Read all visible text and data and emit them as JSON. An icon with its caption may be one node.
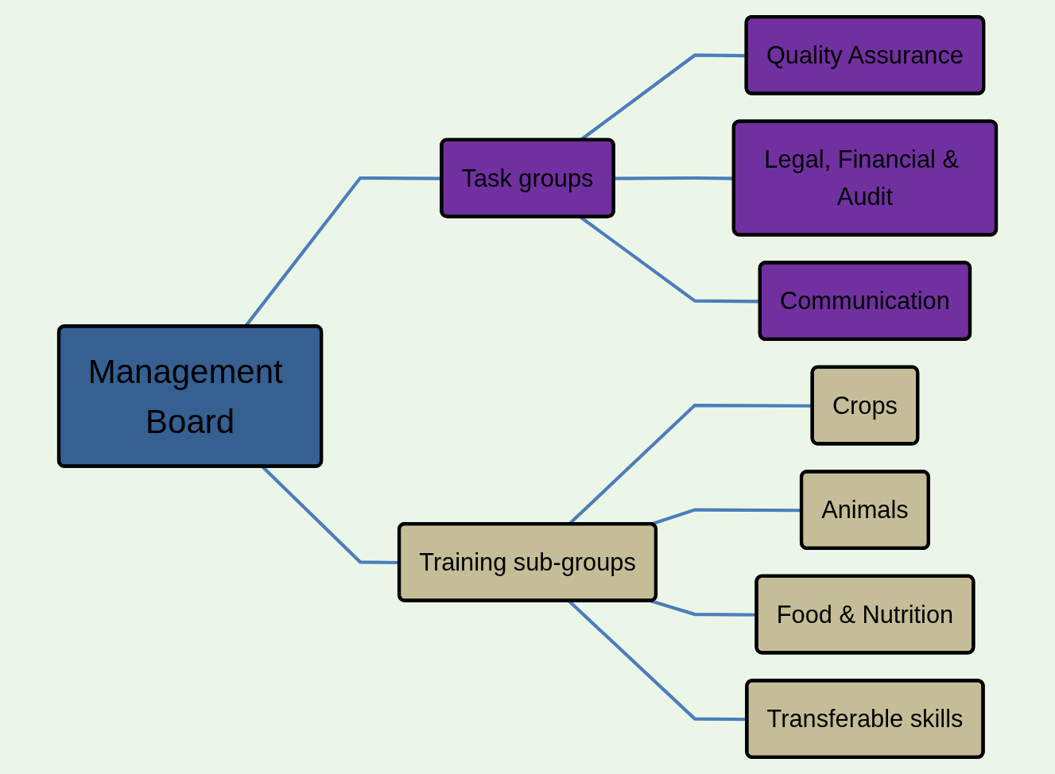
{
  "diagram": {
    "nodes": [
      {
        "text": [
          "Management Board"
        ]
      },
      {
        "text": [
          "Task groups"
        ]
      },
      {
        "text": [
          "Quality Assurance"
        ]
      },
      {
        "text": [
          "Legal, Financial & Audit"
        ]
      },
      {
        "text": [
          "Communication"
        ]
      },
      {
        "text": [
          "Training sub-groups"
        ]
      },
      {
        "text": [
          "Crops"
        ]
      },
      {
        "text": [
          "Animals"
        ]
      },
      {
        "text": [
          "Food & Nutrition"
        ]
      },
      {
        "text": [
          "Transferable skills"
        ]
      }
    ],
    "edges": [
      {
        "from": 0,
        "to": 1,
        "arrow": "none"
      },
      {
        "from": 0,
        "to": 5,
        "arrow": "none"
      },
      {
        "from": 1,
        "to": 2,
        "arrow": "none"
      },
      {
        "from": 1,
        "to": 3,
        "arrow": "none"
      },
      {
        "from": 1,
        "to": 4,
        "arrow": "none"
      },
      {
        "from": 5,
        "to": 6,
        "arrow": "none"
      },
      {
        "from": 5,
        "to": 7,
        "arrow": "none"
      },
      {
        "from": 5,
        "to": 8,
        "arrow": "none"
      },
      {
        "from": 5,
        "to": 9,
        "arrow": "none"
      }
    ]
  }
}
